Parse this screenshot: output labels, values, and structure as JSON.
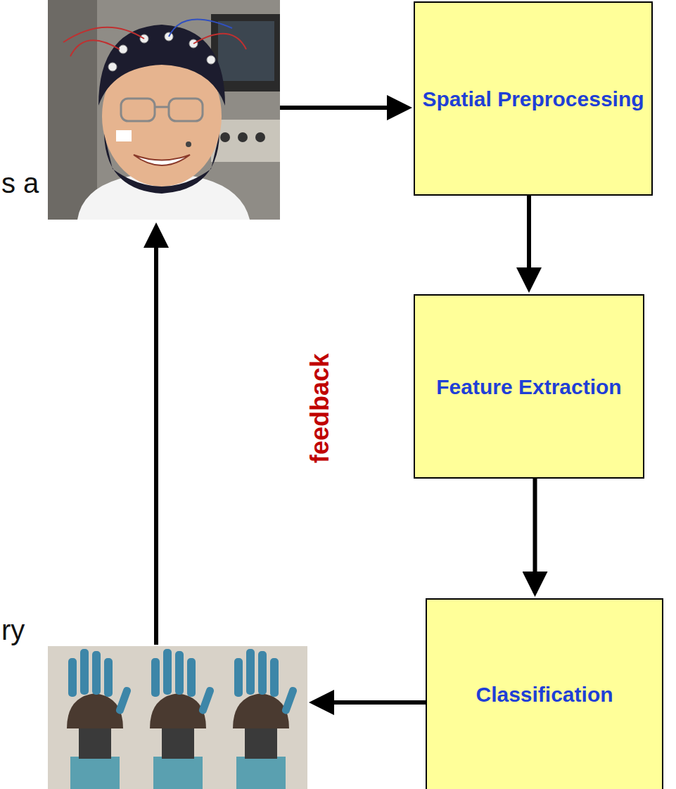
{
  "diagram": {
    "nodes": [
      {
        "text": [
          "Spatial Preprocessing"
        ]
      },
      {
        "text": [
          "Feature Extraction"
        ]
      },
      {
        "text": [
          "Classification"
        ]
      }
    ],
    "edges": [
      {
        "from": 0,
        "to": 1,
        "arrow": "to"
      },
      {
        "from": 1,
        "to": 2,
        "arrow": "to"
      }
    ],
    "labels": [
      "feedback",
      "s a",
      "ry"
    ]
  }
}
